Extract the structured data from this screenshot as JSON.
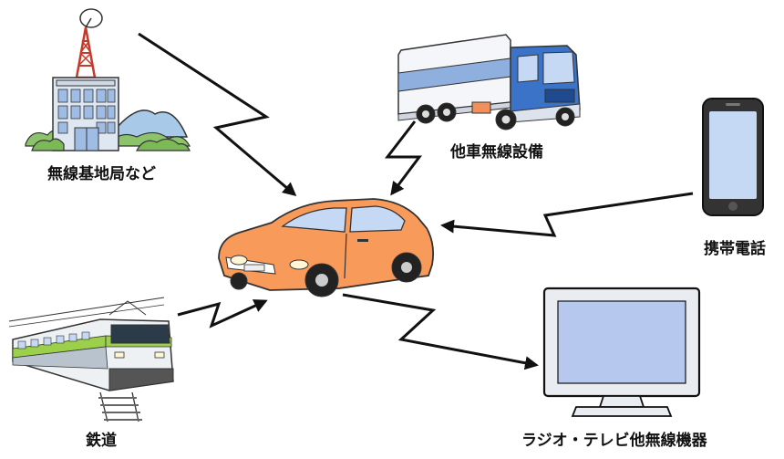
{
  "labels": {
    "base_station": "無線基地局など",
    "other_vehicle": "他車無線設備",
    "mobile_phone": "携帯電話",
    "railway": "鉄道",
    "radio_tv": "ラジオ・テレビ他無線機器"
  },
  "colors": {
    "car_body": "#f79a5a",
    "truck_cab": "#3a73c8",
    "truck_stripe": "#8fb0de",
    "train_stripe": "#9ccf4a",
    "monitor_screen": "#b7c8ee",
    "phone_screen": "#c5d8f4",
    "line": "#111111"
  }
}
